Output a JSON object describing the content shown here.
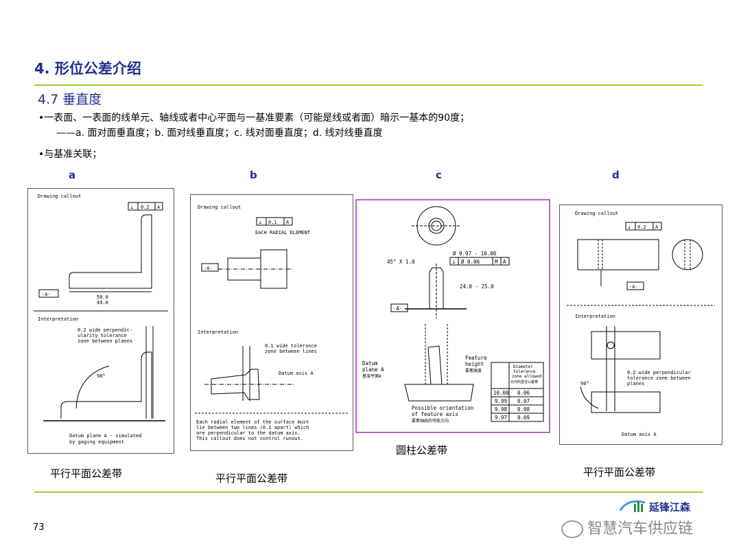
{
  "slide": {
    "heading": "4. 形位公差介绍",
    "subheading": "4.7 垂直度",
    "bullet1": "•一表面、一表面的线单元、轴线或者中心平面与一基准要素（可能是线或者面）暗示一基本的90度；",
    "bullet1_cont": "——a. 面对面垂直度；b. 面对线垂直度；c. 线对面垂直度；d. 线对线垂直度",
    "bullet2": "•与基准关联；",
    "page_number": "73"
  },
  "figures": [
    {
      "letter": "a",
      "caption": "平行平面公差带",
      "callout": "Drawing callout",
      "fcf_sym": "⊥",
      "fcf_tol": "0.2",
      "fcf_datum": "A",
      "datum_label": "-A-",
      "dim1": "50.0",
      "dim2": "49.0",
      "interp": "Interpretation",
      "note1": "0.2 wide perpendic-",
      "note2": "ularity tolerance",
      "note3": "zone between planes",
      "angle": "90°",
      "datum_note1": "Datum plane A - simulated",
      "datum_note2": "by gaging equipment"
    },
    {
      "letter": "b",
      "caption": "平行平面公差带",
      "callout": "Drawing callout",
      "fcf_sym": "⊥",
      "fcf_tol": "0.1",
      "fcf_datum": "A",
      "radial": "EACH RADIAL ELEMENT",
      "datum_label": "-A-",
      "interp": "Interpretation",
      "note1": "0.1 wide tolerance",
      "note2": "zone between lines",
      "axis": "Datum axis A",
      "foot1": "Each radial element of the surface must",
      "foot2": "lie between two lines (0.1 apart) which",
      "foot3": "are perpendicular to the datum axis.",
      "foot4": "This callout does not control runout."
    },
    {
      "letter": "c",
      "caption": "圆柱公差带",
      "dia": "Ø 9.97 - 10.00",
      "fcf_sym": "⊥",
      "fcf_tol": "Ø 0.06",
      "fcf_mod": "M",
      "fcf_datum": "A",
      "chamfer": "45° X 1.0",
      "height": "24.0 - 25.0",
      "datum_label": "-A-",
      "datum_plane1": "Datum",
      "datum_plane2": "plane A",
      "datum_plane_cn": "基准平面A",
      "fh1": "Feature",
      "fh2": "height",
      "fh_cn": "要素高度",
      "orient1": "Possible orientation",
      "orient2": "of feature axis",
      "orient_cn": "要素轴线的可能方向",
      "table_head1": "Diameter",
      "table_head2": "tolerance",
      "table_head3": "zone allowed",
      "table_head_cn": "允许的直径公差带",
      "rows": [
        [
          "10.00",
          "0.06"
        ],
        [
          "9.99",
          "0.07"
        ],
        [
          "9.98",
          "0.08"
        ],
        [
          "9.97",
          "0.09"
        ]
      ]
    },
    {
      "letter": "d",
      "caption": "平行平面公差带",
      "callout": "Drawing callout",
      "fcf_sym": "⊥",
      "fcf_tol": "0.2",
      "fcf_datum": "A",
      "datum_label": "-A-",
      "interp": "Interpretation",
      "note1": "0.2 wide perpendicular",
      "note2": "tolerance zone between",
      "note3": "planes",
      "angle": "90°",
      "axis": "Datum axis A"
    }
  ],
  "footer": {
    "brand": "延锋江森",
    "watermark": "智慧汽车供应链"
  },
  "colors": {
    "title": "#1f2f8f",
    "rule": "#9ccf3c",
    "panel_c_border": "#c060c0"
  }
}
